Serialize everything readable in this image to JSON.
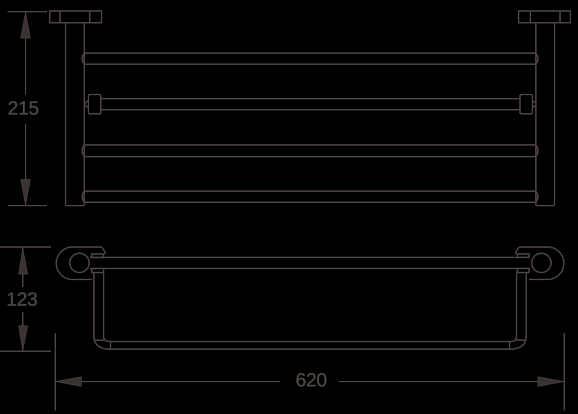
{
  "drawing": {
    "subject": "towel rack",
    "line_color": "#4a4140",
    "background": "#000000",
    "views": [
      {
        "name": "front view",
        "rails": 4
      },
      {
        "name": "side view"
      }
    ]
  },
  "dimensions": {
    "height": "215",
    "depth": "123",
    "width": "620"
  }
}
